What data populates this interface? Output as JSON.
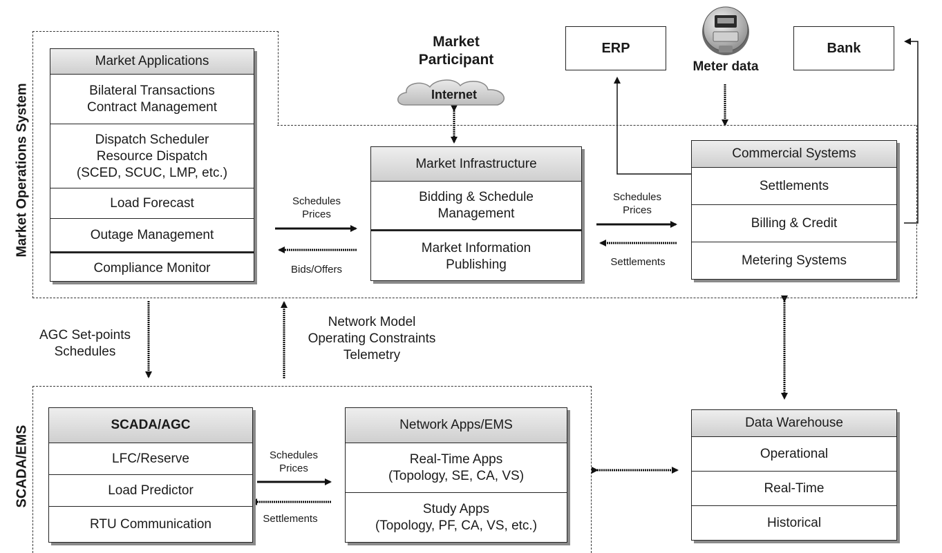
{
  "section_titles": {
    "market_operations": "Market Operations System",
    "scada_ems": "SCADA/EMS"
  },
  "market_participant": {
    "title": "Market\nParticipant",
    "cloud_label": "Internet"
  },
  "external": {
    "erp": "ERP",
    "bank": "Bank",
    "meter_data": "Meter data"
  },
  "market_applications": {
    "header": "Market Applications",
    "items": [
      "Bilateral Transactions\nContract Management",
      "Dispatch Scheduler\nResource Dispatch\n(SCED, SCUC, LMP, etc.)",
      "Load Forecast",
      "Outage Management",
      "Compliance Monitor"
    ]
  },
  "market_infrastructure": {
    "header": "Market Infrastructure",
    "items": [
      "Bidding & Schedule\nManagement",
      "Market Information\nPublishing"
    ]
  },
  "commercial_systems": {
    "header": "Commercial Systems",
    "items": [
      "Settlements",
      "Billing & Credit",
      "Metering Systems"
    ]
  },
  "scada_agc": {
    "header": "SCADA/AGC",
    "items": [
      "LFC/Reserve",
      "Load Predictor",
      "RTU Communication"
    ]
  },
  "network_apps": {
    "header": "Network Apps/EMS",
    "items": [
      "Real-Time Apps\n(Topology, SE, CA, VS)",
      "Study Apps\n(Topology, PF, CA, VS, etc.)"
    ]
  },
  "data_warehouse": {
    "header": "Data Warehouse",
    "items": [
      "Operational",
      "Real-Time",
      "Historical"
    ]
  },
  "flows": {
    "apps_to_infra_top": "Schedules\nPrices",
    "apps_to_infra_bottom": "Bids/Offers",
    "infra_to_commercial_top": "Schedules\nPrices",
    "infra_to_commercial_bottom": "Settlements",
    "scada_to_network_top": "Schedules\nPrices",
    "scada_to_network_bottom": "Settlements",
    "market_to_scada": "AGC Set-points\nSchedules",
    "scada_to_market": "Network Model\nOperating Constraints\nTelemetry"
  },
  "colors": {
    "header_gradient_top": "#eeeeee",
    "header_gradient_bottom": "#cfcfcf",
    "shadow": "#8a8a8a",
    "line": "#111111"
  }
}
